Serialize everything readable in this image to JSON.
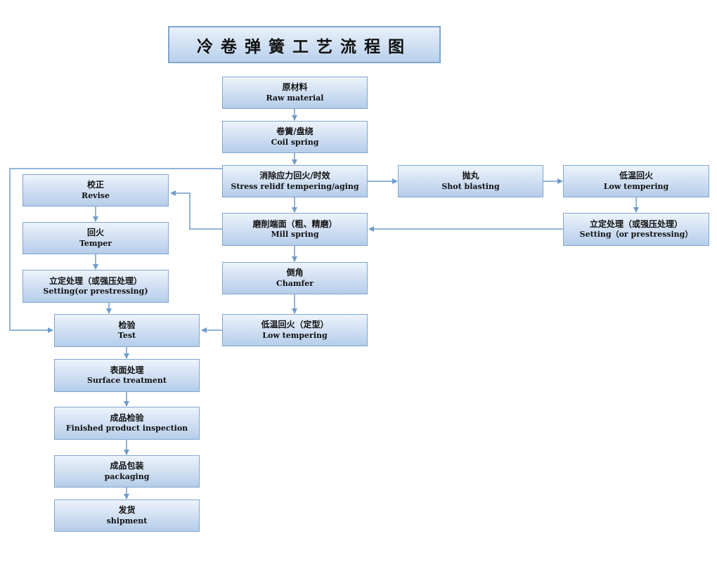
{
  "title": "冷卷弹簧工艺流程图",
  "steps": {
    "raw_material": {
      "zh": "原材料",
      "en": "Raw material"
    },
    "coil_spring": {
      "zh": "卷簧/盘绕",
      "en": "Coil spring"
    },
    "stress_relief": {
      "zh": "消除应力回火/时效",
      "en": "Stress relidf tempering/aging"
    },
    "shot_blasting": {
      "zh": "抛丸",
      "en": "Shot blasting"
    },
    "low_tempering_right": {
      "zh": "低温回火",
      "en": "Low tempering"
    },
    "setting_right": {
      "zh": "立定处理（或强压处理）",
      "en": "Setting（or prestressing）"
    },
    "mill_spring": {
      "zh": "磨削端面（粗、精磨）",
      "en": "Mill spring"
    },
    "chamfer": {
      "zh": "倒角",
      "en": "Chamfer"
    },
    "low_tempering_shaping": {
      "zh": "低温回火（定型）",
      "en": "Low tempering"
    },
    "revise": {
      "zh": "校正",
      "en": "Revise"
    },
    "temper": {
      "zh": "回火",
      "en": "Temper"
    },
    "setting_left": {
      "zh": "立定处理（或强压处理）",
      "en": "Setting(or prestressing)"
    },
    "test": {
      "zh": "检验",
      "en": "Test"
    },
    "surface_treatment": {
      "zh": "表面处理",
      "en": "Surface treatment"
    },
    "finished_inspection": {
      "zh": "成品检验",
      "en": "Finished product inspection"
    },
    "packaging": {
      "zh": "成品包装",
      "en": "packaging"
    },
    "shipment": {
      "zh": "发货",
      "en": "shipment"
    }
  },
  "colors": {
    "box_border": "#7fa6d1",
    "box_fill_top": "#edf3fb",
    "box_fill_bottom": "#b5cdea",
    "connector": "#6f9bcc"
  }
}
